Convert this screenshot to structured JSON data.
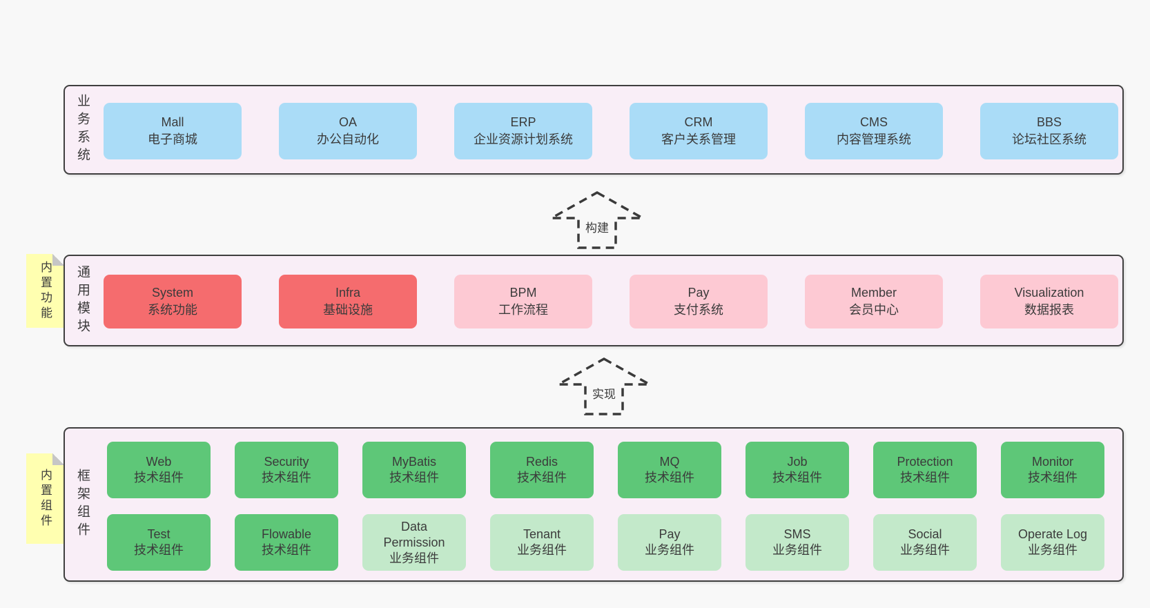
{
  "colors": {
    "page_bg": "#f8f8f8",
    "container_bg": "#f9eef7",
    "container_border": "#3f3f3f",
    "blue": "#aadcf7",
    "red": "#f56c6e",
    "pink": "#fdc9d3",
    "green": "#5ec778",
    "lightgreen": "#c3e9ca",
    "note_yellow": "#ffffb0",
    "text": "#3b3b3b"
  },
  "arrows": [
    {
      "label": "构建"
    },
    {
      "label": "实现"
    }
  ],
  "layers": {
    "business": {
      "label": "业务系统",
      "rows": [
        [
          {
            "title": "Mall",
            "subtitle": "电子商城",
            "variant": "blue"
          },
          {
            "title": "OA",
            "subtitle": "办公自动化",
            "variant": "blue"
          },
          {
            "title": "ERP",
            "subtitle": "企业资源计划系统",
            "variant": "blue"
          },
          {
            "title": "CRM",
            "subtitle": "客户关系管理",
            "variant": "blue"
          },
          {
            "title": "CMS",
            "subtitle": "内容管理系统",
            "variant": "blue"
          },
          {
            "title": "BBS",
            "subtitle": "论坛社区系统",
            "variant": "blue"
          }
        ]
      ]
    },
    "modules": {
      "label": "通用模块",
      "note": "内置功能",
      "rows": [
        [
          {
            "title": "System",
            "subtitle": "系统功能",
            "variant": "red"
          },
          {
            "title": "Infra",
            "subtitle": "基础设施",
            "variant": "red"
          },
          {
            "title": "BPM",
            "subtitle": "工作流程",
            "variant": "pink"
          },
          {
            "title": "Pay",
            "subtitle": "支付系统",
            "variant": "pink"
          },
          {
            "title": "Member",
            "subtitle": "会员中心",
            "variant": "pink"
          },
          {
            "title": "Visualization",
            "subtitle": "数据报表",
            "variant": "pink"
          }
        ]
      ]
    },
    "components": {
      "label": "框架组件",
      "note": "内置组件",
      "rows": [
        [
          {
            "title": "Web",
            "subtitle": "技术组件",
            "variant": "green"
          },
          {
            "title": "Security",
            "subtitle": "技术组件",
            "variant": "green"
          },
          {
            "title": "MyBatis",
            "subtitle": "技术组件",
            "variant": "green"
          },
          {
            "title": "Redis",
            "subtitle": "技术组件",
            "variant": "green"
          },
          {
            "title": "MQ",
            "subtitle": "技术组件",
            "variant": "green"
          },
          {
            "title": "Job",
            "subtitle": "技术组件",
            "variant": "green"
          },
          {
            "title": "Protection",
            "subtitle": "技术组件",
            "variant": "green"
          },
          {
            "title": "Monitor",
            "subtitle": "技术组件",
            "variant": "green"
          }
        ],
        [
          {
            "title": "Test",
            "subtitle": "技术组件",
            "variant": "green"
          },
          {
            "title": "Flowable",
            "subtitle": "技术组件",
            "variant": "green"
          },
          {
            "title": "Data Permission",
            "subtitle": "业务组件",
            "variant": "lightgreen"
          },
          {
            "title": "Tenant",
            "subtitle": "业务组件",
            "variant": "lightgreen"
          },
          {
            "title": "Pay",
            "subtitle": "业务组件",
            "variant": "lightgreen"
          },
          {
            "title": "SMS",
            "subtitle": "业务组件",
            "variant": "lightgreen"
          },
          {
            "title": "Social",
            "subtitle": "业务组件",
            "variant": "lightgreen"
          },
          {
            "title": "Operate Log",
            "subtitle": "业务组件",
            "variant": "lightgreen"
          }
        ]
      ]
    }
  }
}
